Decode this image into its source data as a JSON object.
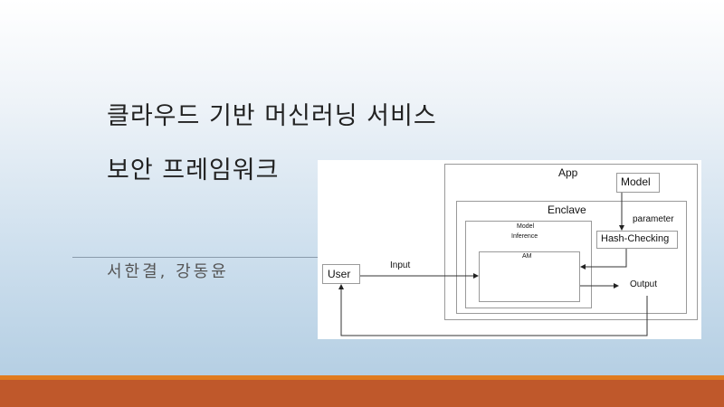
{
  "slide": {
    "title_line1": "클라우드 기반 머신러닝 서비스",
    "title_line2": "보안 프레임워크",
    "authors": "서한결, 강동윤",
    "colors": {
      "footer": "#bf582b",
      "footer_accent": "#e07b1e",
      "background_bottom": "#afcbe1"
    }
  },
  "diagram": {
    "app_label": "App",
    "model_label": "Model",
    "enclave_label": "Enclave",
    "parameter_label": "parameter",
    "hash_label": "Hash-Checking",
    "inference_label_1": "Model",
    "inference_label_2": "Inference",
    "am_label": "AM",
    "user_label": "User",
    "input_label": "Input",
    "output_label": "Output"
  }
}
